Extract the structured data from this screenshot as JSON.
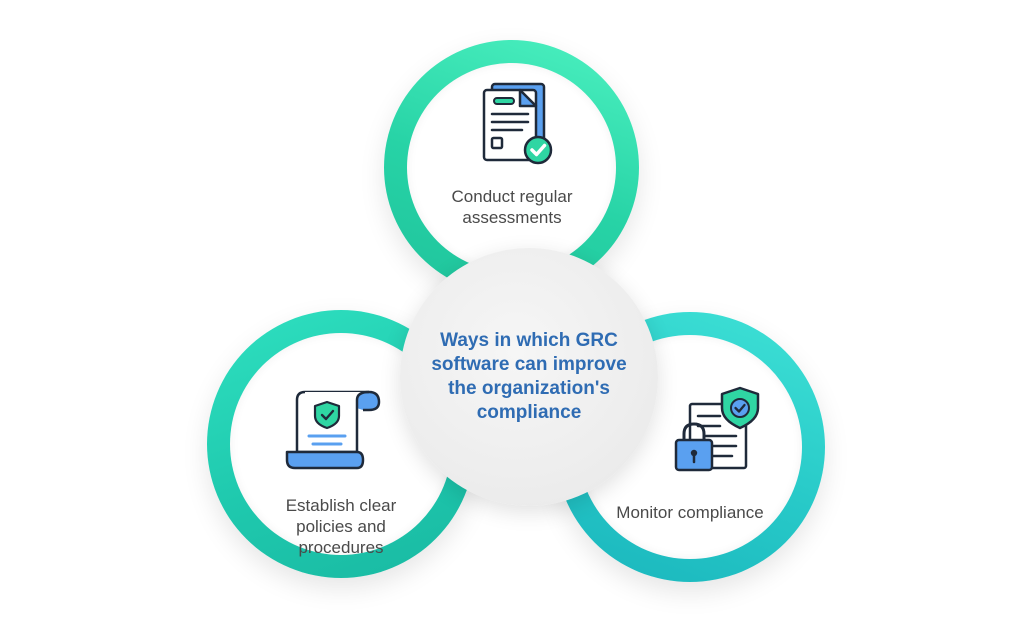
{
  "center": {
    "title": "Ways in which GRC software can improve the organization's compliance"
  },
  "items": [
    {
      "label": "Conduct regular assessments",
      "icon": "document-check-icon"
    },
    {
      "label": "Establish clear policies and procedures",
      "icon": "policy-scroll-icon"
    },
    {
      "label": "Monitor compliance",
      "icon": "lock-shield-document-icon"
    }
  ],
  "colors": {
    "ring_top": "#27d3a6",
    "ring_left": "#1fc9ae",
    "ring_right": "#27c9c8",
    "center_text": "#2f6cb3",
    "label_text": "#4a4a4a",
    "icon_blue": "#5aa0f0",
    "icon_green": "#2fd6a3"
  }
}
